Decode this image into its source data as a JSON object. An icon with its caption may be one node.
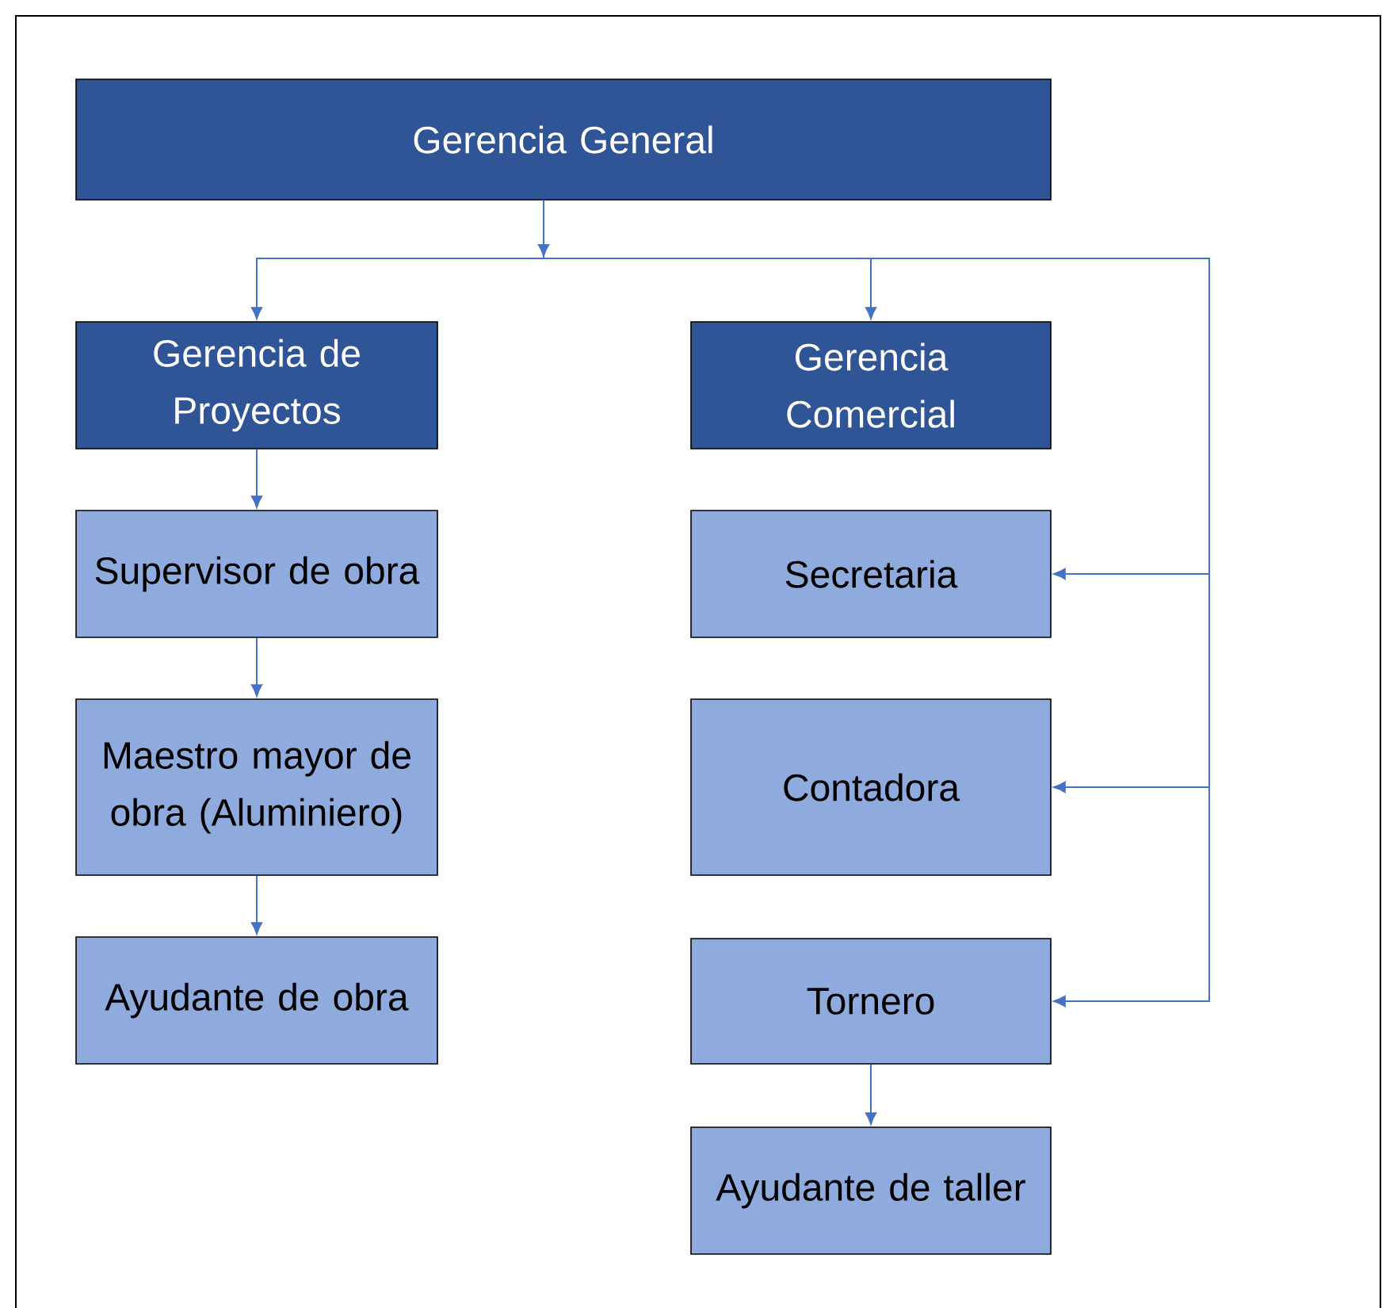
{
  "diagram": {
    "nodes": [
      {
        "text": [
          "Gerencia General"
        ]
      },
      {
        "text": [
          "Gerencia de Proyectos"
        ]
      },
      {
        "text": [
          "Gerencia Comercial"
        ]
      },
      {
        "text": [
          "Supervisor de obra"
        ]
      },
      {
        "text": [
          "Maestro mayor de obra (Aluminiero)"
        ]
      },
      {
        "text": [
          "Ayudante de obra"
        ]
      },
      {
        "text": [
          "Secretaria"
        ]
      },
      {
        "text": [
          "Contadora"
        ]
      },
      {
        "text": [
          "Tornero"
        ]
      },
      {
        "text": [
          "Ayudante de taller"
        ]
      }
    ],
    "edges": [
      {
        "from": 0,
        "to": 1,
        "arrow": "to"
      },
      {
        "from": 0,
        "to": 2,
        "arrow": "to"
      },
      {
        "from": 0,
        "to": 6,
        "arrow": "to"
      },
      {
        "from": 0,
        "to": 7,
        "arrow": "to"
      },
      {
        "from": 0,
        "to": 8,
        "arrow": "to"
      },
      {
        "from": 1,
        "to": 3,
        "arrow": "to"
      },
      {
        "from": 3,
        "to": 4,
        "arrow": "to"
      },
      {
        "from": 4,
        "to": 5,
        "arrow": "to"
      },
      {
        "from": 8,
        "to": 9,
        "arrow": "to"
      }
    ]
  }
}
